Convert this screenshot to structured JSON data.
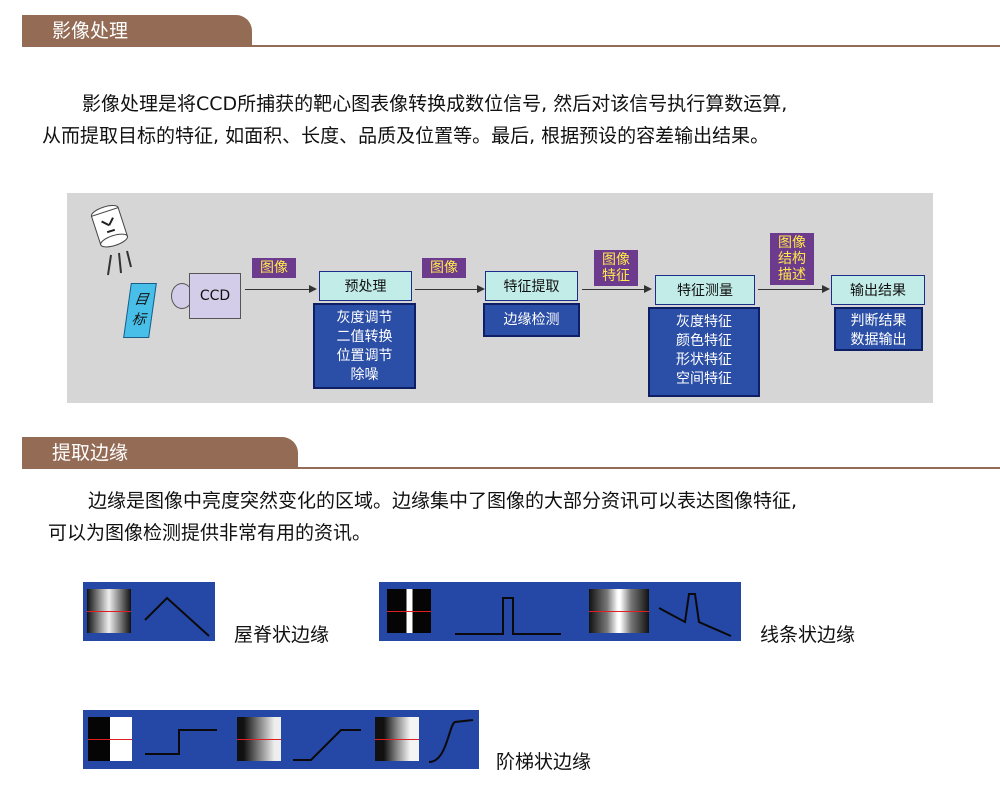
{
  "section1": {
    "title": "影像处理",
    "paragraph_lines": [
      "影像处理是将CCD所捕获的靶心图表像转换成数位信号, 然后对该信号执行算数运算,",
      "从而提取目标的特征, 如面积、长度、品质及位置等。最后, 根据预设的容差输出结果。"
    ]
  },
  "diagram": {
    "target_label": [
      "目",
      "标"
    ],
    "ccd_label": "CCD",
    "flow_labels": [
      {
        "lines": [
          "图像"
        ]
      },
      {
        "lines": [
          "图像"
        ]
      },
      {
        "lines": [
          "图像",
          "特征"
        ]
      },
      {
        "lines": [
          "图像",
          "结构",
          "描述"
        ]
      }
    ],
    "stages": [
      {
        "title": "预处理",
        "items": [
          "灰度调节",
          "二值转换",
          "位置调节",
          "除噪"
        ]
      },
      {
        "title": "特征提取",
        "items": [
          "边缘检测"
        ]
      },
      {
        "title": "特征测量",
        "items": [
          "灰度特征",
          "颜色特征",
          "形状特征",
          "空间特征"
        ]
      },
      {
        "title": "输出结果",
        "items": [
          "判断结果",
          "数据输出"
        ]
      }
    ],
    "colors": {
      "background": "#d6d6d6",
      "stage_header": "#c2ece8",
      "stage_list": "#2b4ea6",
      "flow_label_bg": "#6d3b8e",
      "flow_label_text": "#ffe84a",
      "target": "#48bfe8",
      "ccd": "#d4cde9"
    }
  },
  "section2": {
    "title": "提取边缘",
    "paragraph_lines": [
      "边缘是图像中亮度突然变化的区域。边缘集中了图像的大部分资讯可以表达图像特征,",
      "可以为图像检测提供非常有用的资讯。"
    ]
  },
  "edges": {
    "roof_label": "屋脊状边缘",
    "line_label": "线条状边缘",
    "step_label": "阶梯状边缘",
    "colors": {
      "panel": "#2547a6",
      "profile_line": "#0a0a0a",
      "scan_line": "#e02020"
    }
  },
  "colors": {
    "section_tab": "#946c56"
  }
}
